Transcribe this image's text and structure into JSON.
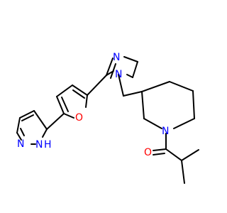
{
  "colors": {
    "bond": "#000000",
    "nitrogen": "#0000ff",
    "oxygen": "#ff0000",
    "background": "#ffffff"
  },
  "atoms": {
    "pyrazole_n1": "N",
    "pyrazole_nh": "N",
    "pyrazole_h": "H",
    "furan_o": "O",
    "imidazole_n3": "N",
    "imidazole_n1": "N",
    "piperidine_n": "N",
    "carbonyl_o": "O"
  }
}
